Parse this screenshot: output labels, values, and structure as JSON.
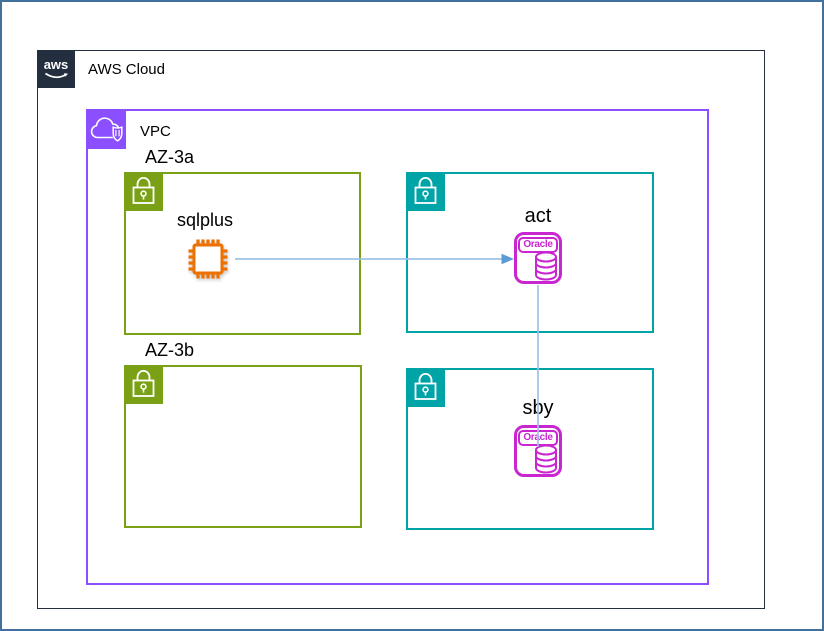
{
  "aws_cloud": {
    "label": "AWS Cloud",
    "logo_text": "aws"
  },
  "vpc": {
    "label": "VPC"
  },
  "zones": {
    "a": {
      "label": "AZ-3a"
    },
    "b": {
      "label": "AZ-3b"
    }
  },
  "client": {
    "label": "sqlplus"
  },
  "databases": {
    "active": {
      "label": "act",
      "engine": "Oracle"
    },
    "standby": {
      "label": "sby",
      "engine": "Oracle"
    }
  },
  "colors": {
    "frame": "#41719C",
    "aws_dark": "#232F3E",
    "vpc_purple": "#8C4FFF",
    "subnet_green": "#7AA116",
    "subnet_teal": "#00A4A6",
    "compute_orange": "#ED7100",
    "db_magenta": "#C925D1",
    "connector_blue": "#9DC3E6",
    "arrowhead_blue": "#5B9BD5"
  }
}
